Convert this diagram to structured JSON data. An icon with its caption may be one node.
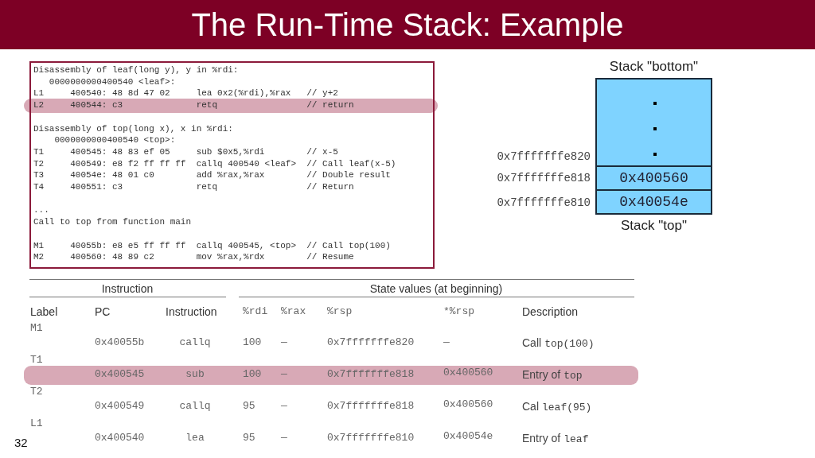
{
  "diagram": {
    "title": "The Run-Time Stack: Example",
    "nodes": [
      {
        "text": [
          "Disassembly of leaf(long y), y in %rdi:",
          "   0000000000400540 <leaf>:",
          "L1     400540: 48 8d 47 02     lea 0x2(%rdi),%rax   // y+2",
          "L2     400544: c3              retq                 // return",
          "Disassembly of top(long x), x in %rdi:",
          "    0000000000400540 <top>:",
          "T1     400545: 48 83 ef 05     sub $0x5,%rdi        // x-5",
          "T2     400549: e8 f2 ff ff ff  callq 400540 <leaf>  // Call leaf(x-5)",
          "T3     40054e: 48 01 c0        add %rax,%rax        // Double result",
          "T4     400551: c3              retq                 // Return",
          "...",
          "Call to top from function main",
          "M1     40055b: e8 e5 ff ff ff  callq 400545, <top>  // Call top(100)",
          "M2     400560: 48 89 c2        mov %rax,%rdx        // Resume"
        ]
      },
      {
        "text": [],
        "shape": "box",
        "beside": [
          "Stack \"bottom\""
        ]
      },
      {
        "text": [
          "0x400560"
        ]
      },
      {
        "text": [
          "0x40054e"
        ],
        "beside": [
          "Stack \"top\""
        ]
      }
    ],
    "labels": [
      "0x7fffffffe820",
      "0x7fffffffe818",
      "0x7fffffffe810",
      "Instruction",
      "State values (at beginning)",
      "Label",
      "PC",
      "Instruction",
      "%rdi",
      "%rax",
      "%rsp",
      "*%rsp",
      "Description",
      "M1",
      "0x40055b",
      "callq",
      "100",
      "—",
      "0x7fffffffe820",
      "—",
      "Call",
      "top(100)",
      "T1",
      "0x400545",
      "sub",
      "100",
      "—",
      "0x7fffffffe818",
      "0x400560",
      "Entry of",
      "top",
      "T2",
      "0x400549",
      "callq",
      "95",
      "—",
      "0x7fffffffe818",
      "0x400560",
      "Cal",
      "leaf(95)",
      "L1",
      "0x400540",
      "lea",
      "95",
      "—",
      "0x7fffffffe810",
      "0x40054e",
      "Entry of",
      "leaf",
      "32"
    ]
  }
}
